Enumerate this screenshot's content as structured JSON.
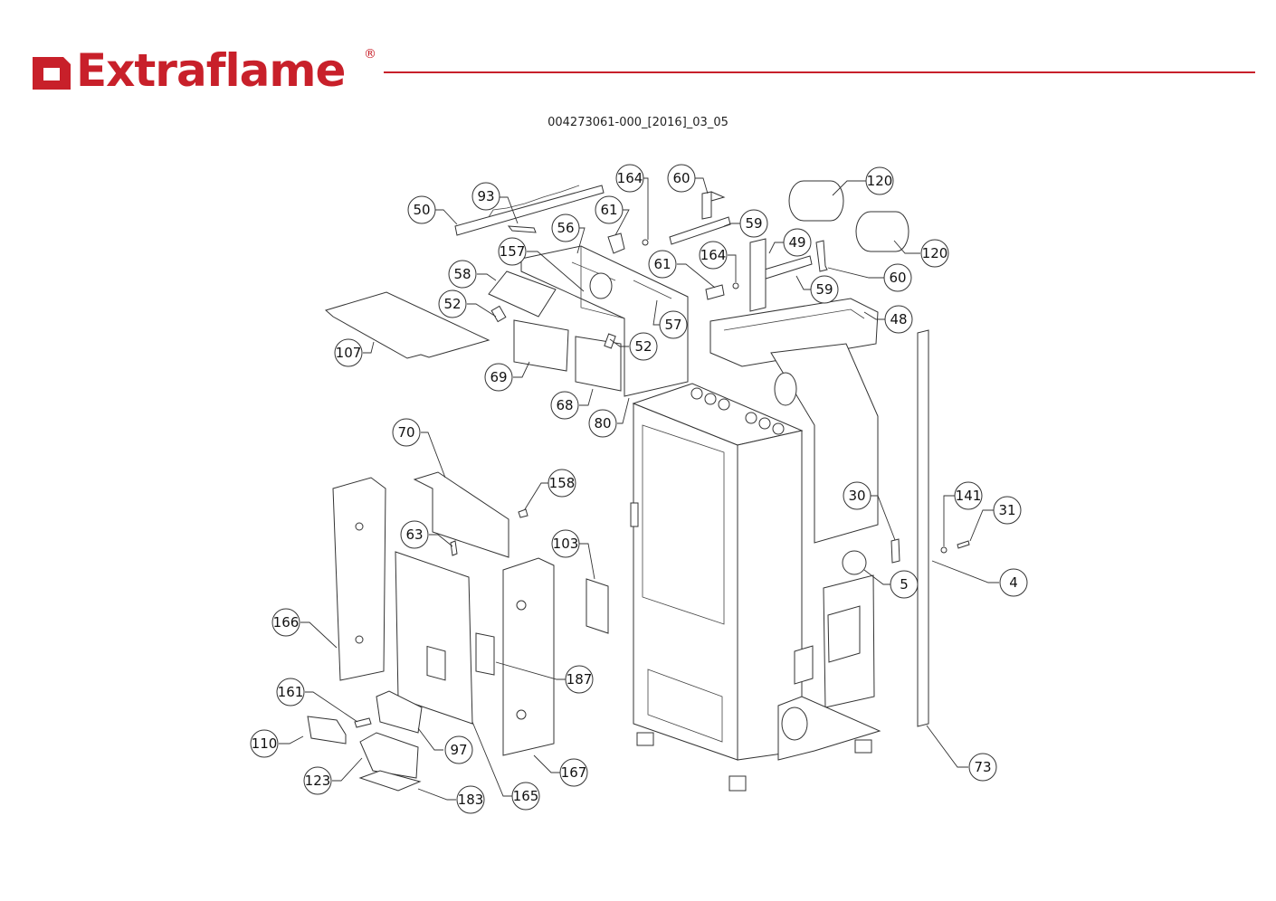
{
  "brand": {
    "name": "Extraflame",
    "registered_mark": "®",
    "color": "#c8202a"
  },
  "document": {
    "code": "004273061-000_[2016]_03_05"
  },
  "diagram": {
    "title": "Exploded view parts diagram",
    "callouts": [
      {
        "id": "c50",
        "label": "50"
      },
      {
        "id": "c93",
        "label": "93"
      },
      {
        "id": "c164a",
        "label": "164"
      },
      {
        "id": "c60a",
        "label": "60"
      },
      {
        "id": "c120a",
        "label": "120"
      },
      {
        "id": "c61a",
        "label": "61"
      },
      {
        "id": "c56",
        "label": "56"
      },
      {
        "id": "c59a",
        "label": "59"
      },
      {
        "id": "c157",
        "label": "157"
      },
      {
        "id": "c49",
        "label": "49"
      },
      {
        "id": "c120b",
        "label": "120"
      },
      {
        "id": "c58",
        "label": "58"
      },
      {
        "id": "c61b",
        "label": "61"
      },
      {
        "id": "c164b",
        "label": "164"
      },
      {
        "id": "c60b",
        "label": "60"
      },
      {
        "id": "c52a",
        "label": "52"
      },
      {
        "id": "c59b",
        "label": "59"
      },
      {
        "id": "c57",
        "label": "57"
      },
      {
        "id": "c48",
        "label": "48"
      },
      {
        "id": "c107",
        "label": "107"
      },
      {
        "id": "c52b",
        "label": "52"
      },
      {
        "id": "c69",
        "label": "69"
      },
      {
        "id": "c68",
        "label": "68"
      },
      {
        "id": "c80",
        "label": "80"
      },
      {
        "id": "c70",
        "label": "70"
      },
      {
        "id": "c158",
        "label": "158"
      },
      {
        "id": "c30",
        "label": "30"
      },
      {
        "id": "c141",
        "label": "141"
      },
      {
        "id": "c31",
        "label": "31"
      },
      {
        "id": "c63",
        "label": "63"
      },
      {
        "id": "c103",
        "label": "103"
      },
      {
        "id": "c4",
        "label": "4"
      },
      {
        "id": "c5",
        "label": "5"
      },
      {
        "id": "c166",
        "label": "166"
      },
      {
        "id": "c187",
        "label": "187"
      },
      {
        "id": "c161",
        "label": "161"
      },
      {
        "id": "c110",
        "label": "110"
      },
      {
        "id": "c97",
        "label": "97"
      },
      {
        "id": "c123",
        "label": "123"
      },
      {
        "id": "c167",
        "label": "167"
      },
      {
        "id": "c183",
        "label": "183"
      },
      {
        "id": "c165",
        "label": "165"
      },
      {
        "id": "c73",
        "label": "73"
      }
    ]
  }
}
